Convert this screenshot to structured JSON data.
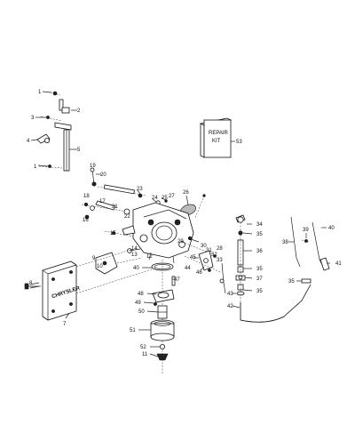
{
  "labels": [
    "1",
    "2",
    "3",
    "4",
    "5",
    "1",
    "20",
    "19",
    "23",
    "24",
    "25",
    "26",
    "17",
    "18",
    "16",
    "21",
    "22",
    "15",
    "14",
    "13",
    "12",
    "29",
    "30",
    "31",
    "32",
    "33",
    "44",
    "45",
    "46",
    "47",
    "48",
    "49",
    "10",
    "9",
    "40",
    "50",
    "51",
    "52",
    "11",
    "8",
    "7",
    "27",
    "28",
    "34",
    "35",
    "36",
    "35",
    "37",
    "43",
    "35",
    "42",
    "38",
    "39",
    "40",
    "41",
    "35",
    "53"
  ],
  "kit_box": {
    "line1": "REPAIR",
    "line2": "KIT"
  },
  "plate": {
    "brand": "CHRYSLER"
  }
}
